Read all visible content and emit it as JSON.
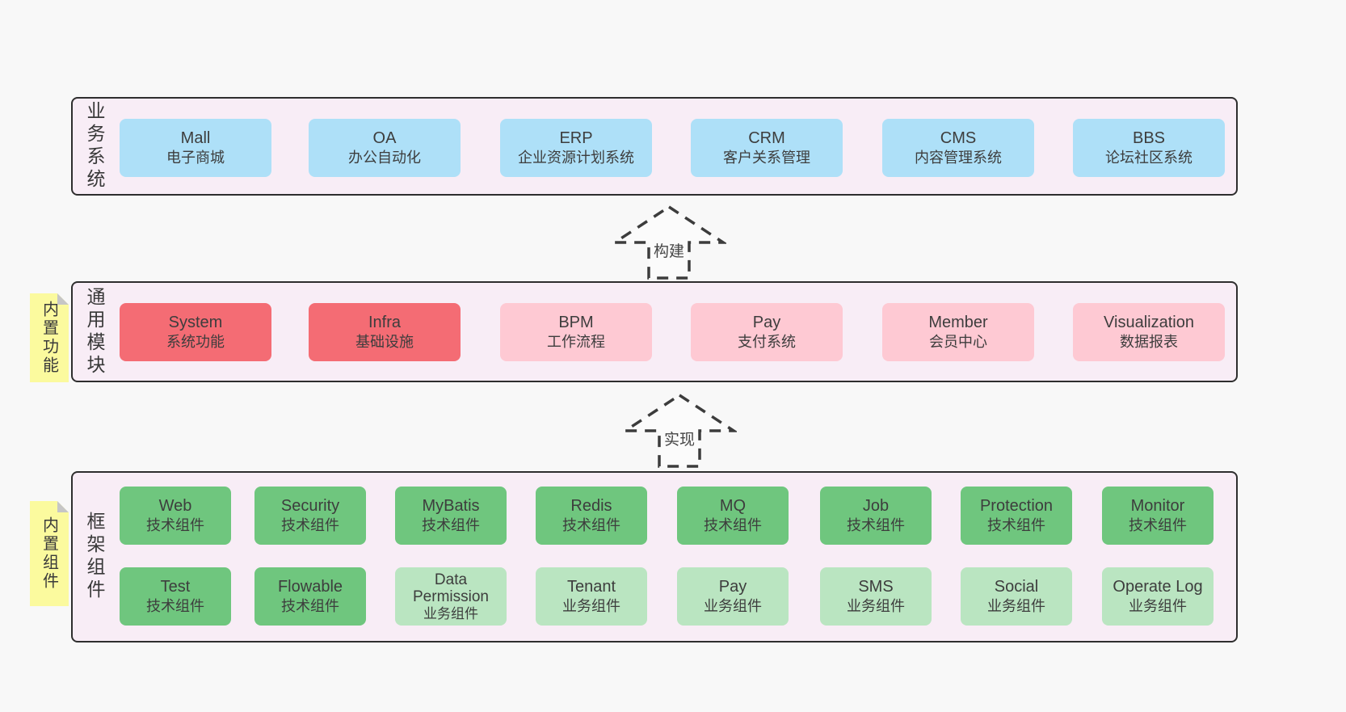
{
  "colors": {
    "page_bg": "#f8f8f8",
    "layer_bg": "#f8edf6",
    "layer_border": "#2e2e2e",
    "blue_box": "#aee0f8",
    "red_box": "#f46c74",
    "pink_box": "#fec9d3",
    "green_box": "#6fc67e",
    "light_green_box": "#bae5c1",
    "sticky_note": "#fbfa9e",
    "text": "#3d3d3d"
  },
  "layers": [
    {
      "label": "业务系统",
      "rows": [
        [
          {
            "name": "Mall",
            "desc": "电子商城"
          },
          {
            "name": "OA",
            "desc": "办公自动化"
          },
          {
            "name": "ERP",
            "desc": "企业资源计划系统"
          },
          {
            "name": "CRM",
            "desc": "客户关系管理"
          },
          {
            "name": "CMS",
            "desc": "内容管理系统"
          },
          {
            "name": "BBS",
            "desc": "论坛社区系统"
          }
        ]
      ]
    },
    {
      "label": "通用模块",
      "note": "内置功能",
      "rows": [
        [
          {
            "name": "System",
            "desc": "系统功能"
          },
          {
            "name": "Infra",
            "desc": "基础设施"
          },
          {
            "name": "BPM",
            "desc": "工作流程"
          },
          {
            "name": "Pay",
            "desc": "支付系统"
          },
          {
            "name": "Member",
            "desc": "会员中心"
          },
          {
            "name": "Visualization",
            "desc": "数据报表"
          }
        ]
      ]
    },
    {
      "label": "框架组件",
      "note": "内置组件",
      "rows": [
        [
          {
            "name": "Web",
            "desc": "技术组件"
          },
          {
            "name": "Security",
            "desc": "技术组件"
          },
          {
            "name": "MyBatis",
            "desc": "技术组件"
          },
          {
            "name": "Redis",
            "desc": "技术组件"
          },
          {
            "name": "MQ",
            "desc": "技术组件"
          },
          {
            "name": "Job",
            "desc": "技术组件"
          },
          {
            "name": "Protection",
            "desc": "技术组件"
          },
          {
            "name": "Monitor",
            "desc": "技术组件"
          }
        ],
        [
          {
            "name": "Test",
            "desc": "技术组件"
          },
          {
            "name": "Flowable",
            "desc": "技术组件"
          },
          {
            "name": "Data Permission",
            "desc": "业务组件"
          },
          {
            "name": "Tenant",
            "desc": "业务组件"
          },
          {
            "name": "Pay",
            "desc": "业务组件"
          },
          {
            "name": "SMS",
            "desc": "业务组件"
          },
          {
            "name": "Social",
            "desc": "业务组件"
          },
          {
            "name": "Operate Log",
            "desc": "业务组件"
          }
        ]
      ]
    }
  ],
  "arrows": [
    {
      "label": "构建"
    },
    {
      "label": "实现"
    }
  ]
}
